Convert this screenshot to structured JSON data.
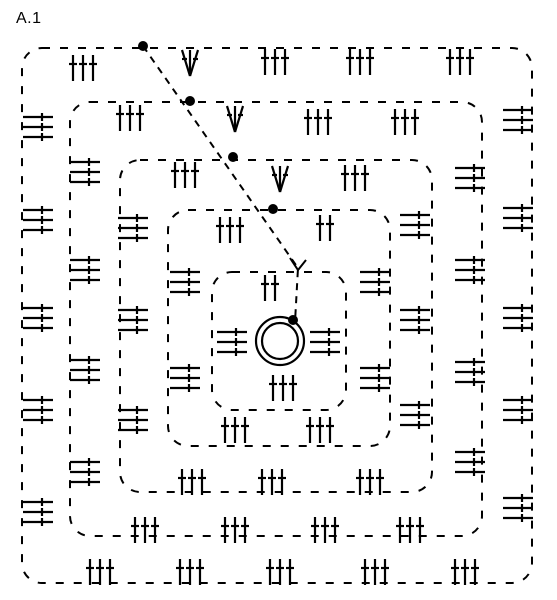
{
  "diagram": {
    "title": "A.1",
    "rounds": 5,
    "symbols": {
      "center": "magic-ring",
      "start_marker": "start-dot",
      "stitch": "treble-crochet",
      "chain": "chain-dash",
      "corner_increase": "treble-cluster"
    },
    "colors": {
      "ink": "#000000",
      "background": "#ffffff"
    }
  }
}
